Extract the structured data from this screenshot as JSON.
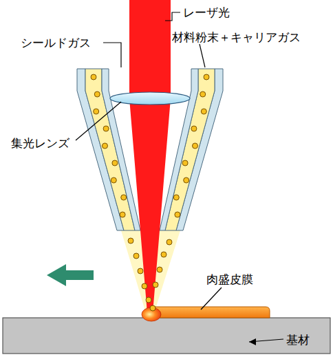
{
  "diagram": {
    "labels": [
      "レーザ光",
      "シールドガス",
      "材料粉末＋キャリアガス",
      "集光レンズ",
      "肉盛皮膜",
      "基材"
    ]
  }
}
